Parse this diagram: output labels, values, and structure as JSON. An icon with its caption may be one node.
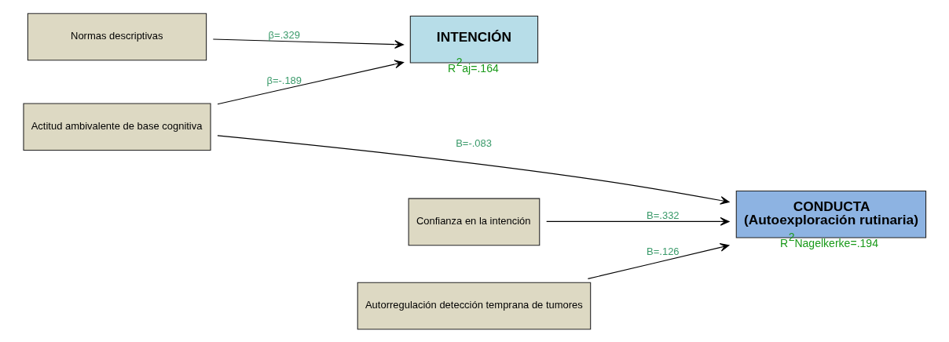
{
  "diagram": {
    "nodes": [
      {
        "text": [
          "Normas descriptivas"
        ]
      },
      {
        "text": [
          "Confianza en la intención"
        ]
      },
      {
        "text": [
          "INTENCIÓN"
        ],
        "beside": [
          "R$^{2}$aj=.164"
        ]
      },
      {
        "text": [
          "Actitud ambivalente de base cognitiva"
        ]
      },
      {
        "text": [
          "CONDUCTA",
          "(Autoexploración rutinaria)"
        ],
        "beside": [
          "R$^{2}$Nagelkerke=.194"
        ]
      },
      {
        "text": [
          "Autorregulación detección temprana de tumores"
        ]
      }
    ],
    "edges": [
      {
        "from": 0,
        "to": 2,
        "arrow": "to",
        "label": "β=.329"
      },
      {
        "from": 3,
        "to": 2,
        "arrow": "to",
        "label": "β=-.189"
      },
      {
        "from": 1,
        "to": 4,
        "arrow": "to",
        "label": "B=.332"
      },
      {
        "from": 3,
        "to": 4,
        "arrow": "to",
        "label": "B=-.083"
      },
      {
        "from": 5,
        "to": 4,
        "arrow": "to",
        "label": "B=.126"
      }
    ]
  }
}
